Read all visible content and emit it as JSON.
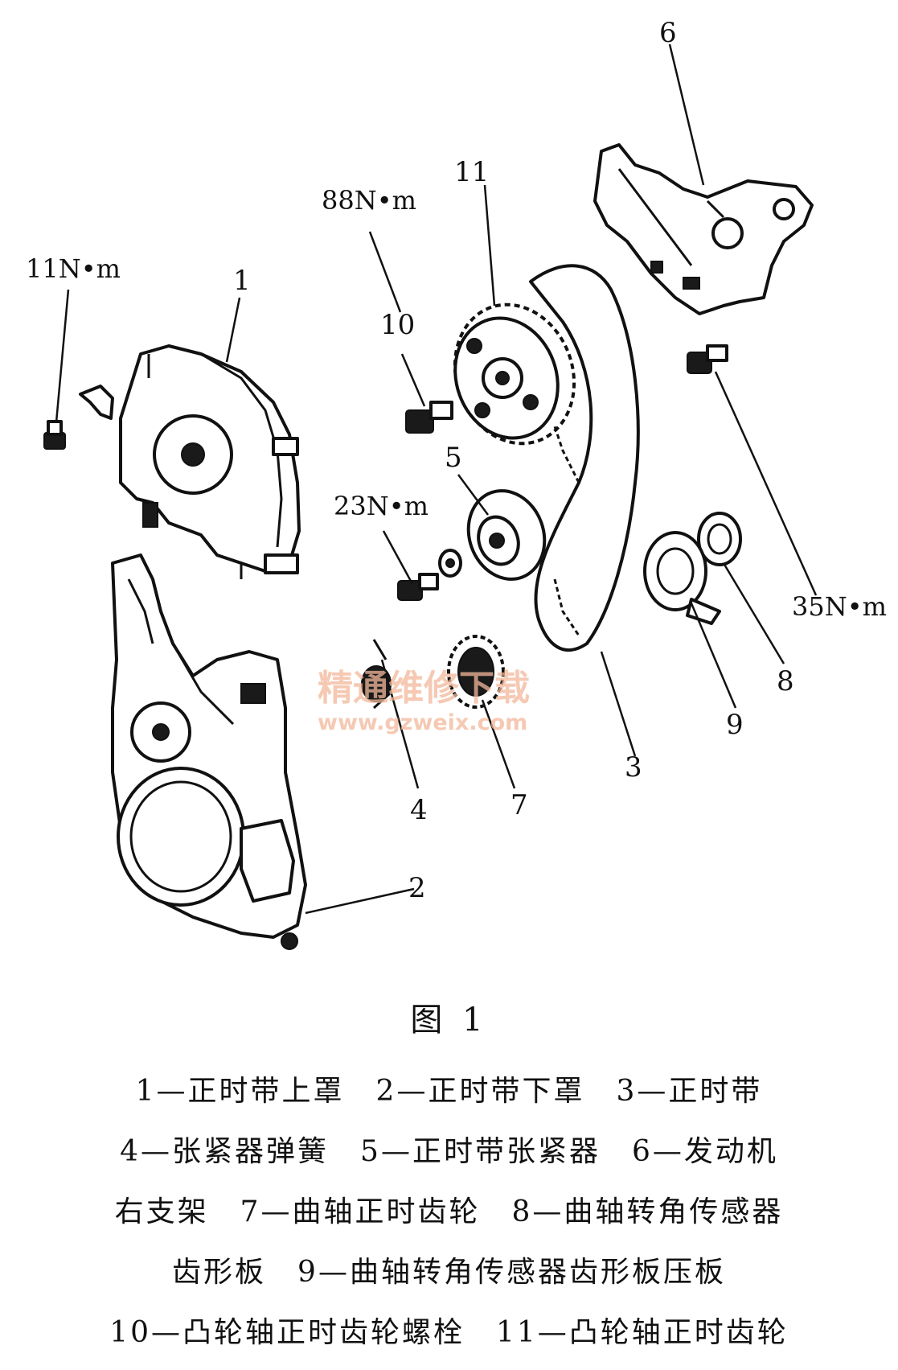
{
  "callouts": {
    "n1": "1",
    "n2": "2",
    "n3": "3",
    "n4": "4",
    "n5": "5",
    "n6": "6",
    "n7": "7",
    "n8": "8",
    "n9": "9",
    "n10": "10",
    "n11": "11"
  },
  "torques": {
    "t11": "11N•m",
    "t88": "88N•m",
    "t23": "23N•m",
    "t35": "35N•m"
  },
  "watermark": {
    "text": "精通维修下载",
    "url": "www.gzweix.com"
  },
  "caption": {
    "title": "图 1",
    "lines": [
      "1—正时带上罩　2—正时带下罩　3—正时带",
      "4—张紧器弹簧　5—正时带张紧器　6—发动机",
      "右支架　7—曲轴正时齿轮　8—曲轴转角传感器",
      "齿形板　9—曲轴转角传感器齿形板压板",
      "10—凸轮轴正时齿轮螺栓　11—凸轮轴正时齿轮"
    ]
  }
}
